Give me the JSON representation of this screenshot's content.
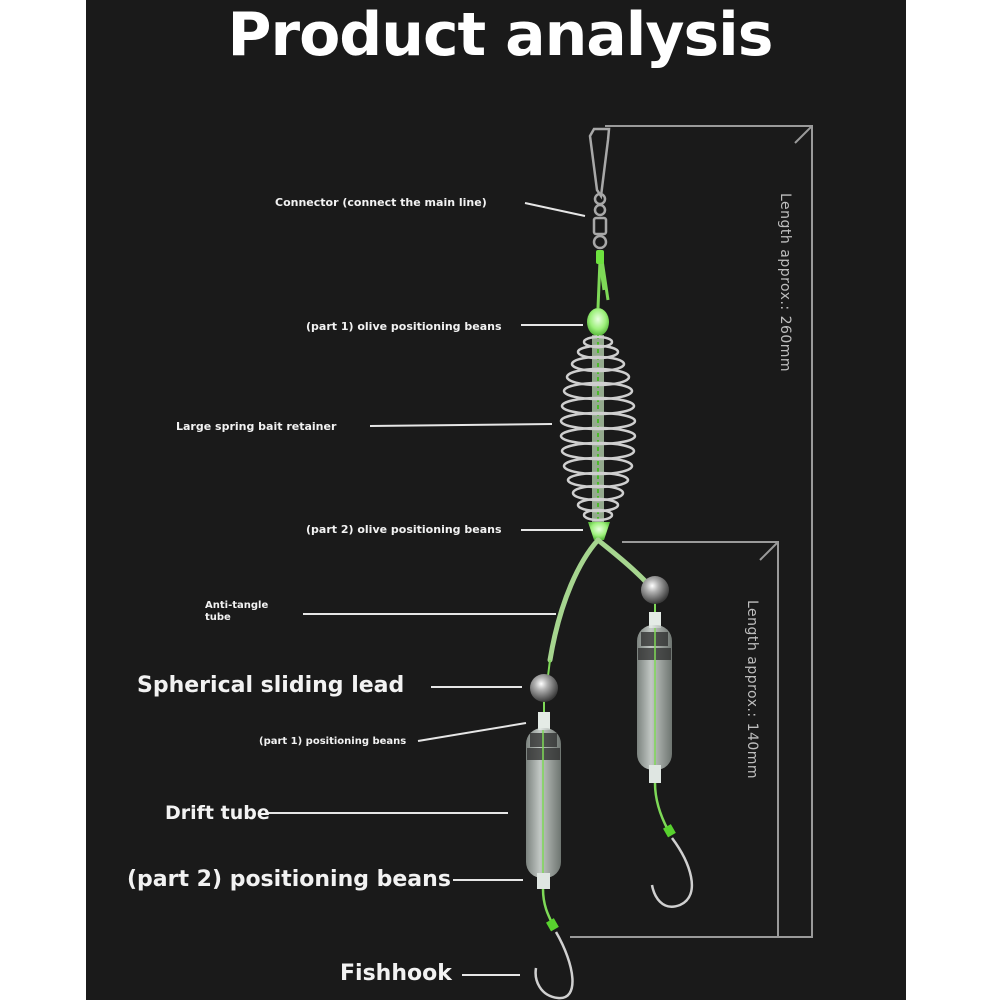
{
  "title": "Product analysis",
  "colors": {
    "background": "#1a1a1a",
    "text": "#f2f2f2",
    "accent_green": "#7ed957",
    "line": "#e0e0e0",
    "dimension_line": "#9a9a9a"
  },
  "labels": {
    "connector": "Connector (connect the main line)",
    "olive_bean_1": "(part 1) olive positioning beans",
    "spring": "Large spring bait retainer",
    "olive_bean_2": "(part 2) olive positioning beans",
    "anti_tangle_1": "Anti-tangle",
    "anti_tangle_2": "tube",
    "sliding_lead": "Spherical sliding lead",
    "positioning_bean_1": "(part 1) positioning beans",
    "drift_tube": "Drift tube",
    "positioning_bean_2": "(part 2) positioning beans",
    "fishhook": "Fishhook"
  },
  "dimensions": {
    "total_length": "Length approx.: 260mm",
    "branch_length": "Length approx.: 140mm"
  }
}
